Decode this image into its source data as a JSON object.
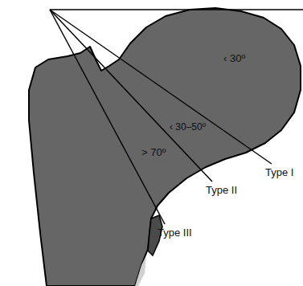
{
  "diagram": {
    "labels": [
      "‹ 30º",
      "‹ 30–50º",
      "> 70º",
      "Type I",
      "Type II",
      "Type III"
    ]
  }
}
